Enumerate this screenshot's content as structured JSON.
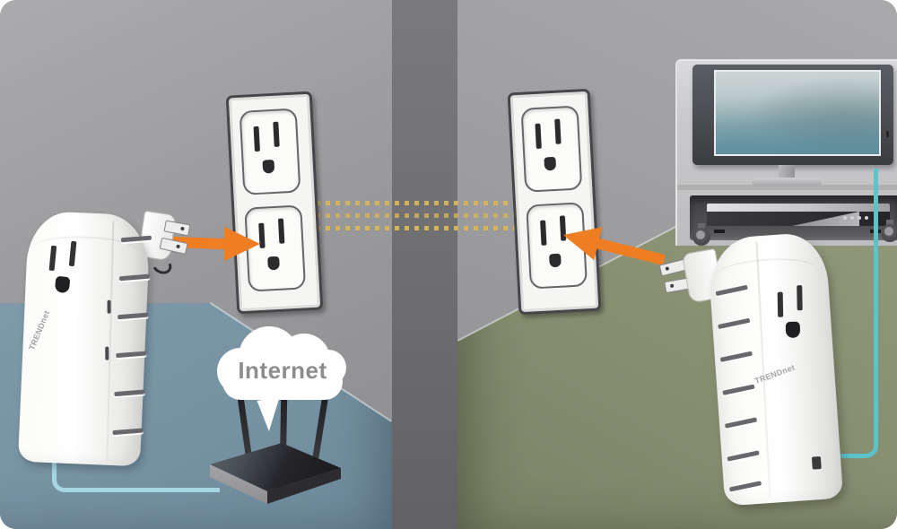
{
  "scene": {
    "internet_label": "Internet",
    "left_adapter_brand": "TRENDnet",
    "right_adapter_brand": "TRENDnet"
  },
  "colors": {
    "arrow-orange": "#ef7d22",
    "dot-gold": "#d4b55c",
    "cable-left": "#a5d6e3",
    "cable-right": "#5cc3cb",
    "cloud-text": "#8d8d90",
    "left-floor": "#7d99a9",
    "right-floor": "#8b9274",
    "wall-gray": "#9b9b9e",
    "divider-gray": "#6c6c6f"
  }
}
